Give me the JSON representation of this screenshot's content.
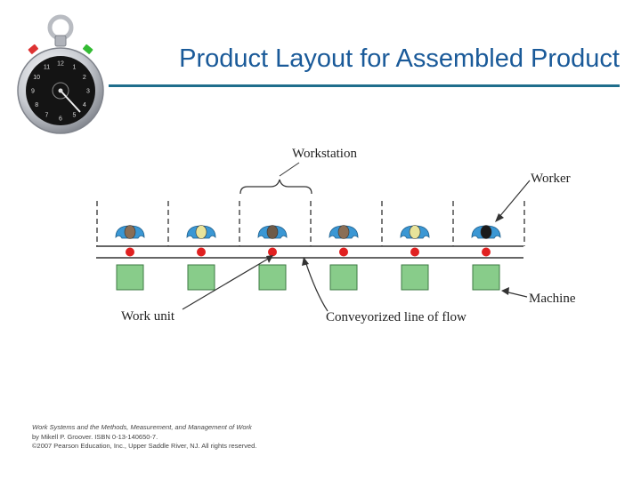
{
  "slide": {
    "title": "Product Layout for Assembled Product"
  },
  "diagram": {
    "labels": {
      "workstation": "Workstation",
      "worker": "Worker",
      "machine": "Machine",
      "work_unit": "Work unit",
      "conveyor": "Conveyorized line of flow"
    },
    "stations": [
      {
        "head": "#8a6e55"
      },
      {
        "head": "#e8e39a"
      },
      {
        "head": "#6e5b48"
      },
      {
        "head": "#8a6e55"
      },
      {
        "head": "#e8e39a"
      },
      {
        "head": "#1a1a1a"
      }
    ],
    "colors": {
      "worker_body": "#3a97d4",
      "work_unit": "#e02020",
      "machine_fill": "#88cc8a",
      "machine_stroke": "#3d7a43"
    }
  },
  "footer": {
    "line1": "Work Systems and the Methods, Measurement, and Management of Work",
    "line2": "by Mikell P. Groover. ISBN 0-13-140650-7.",
    "line3": "©2007 Pearson Education, Inc., Upper Saddle River, NJ.  All rights reserved."
  },
  "stopwatch": {
    "dial_numbers": [
      "12",
      "1",
      "2",
      "3",
      "4",
      "5",
      "6",
      "7",
      "8",
      "9",
      "10",
      "11"
    ]
  }
}
